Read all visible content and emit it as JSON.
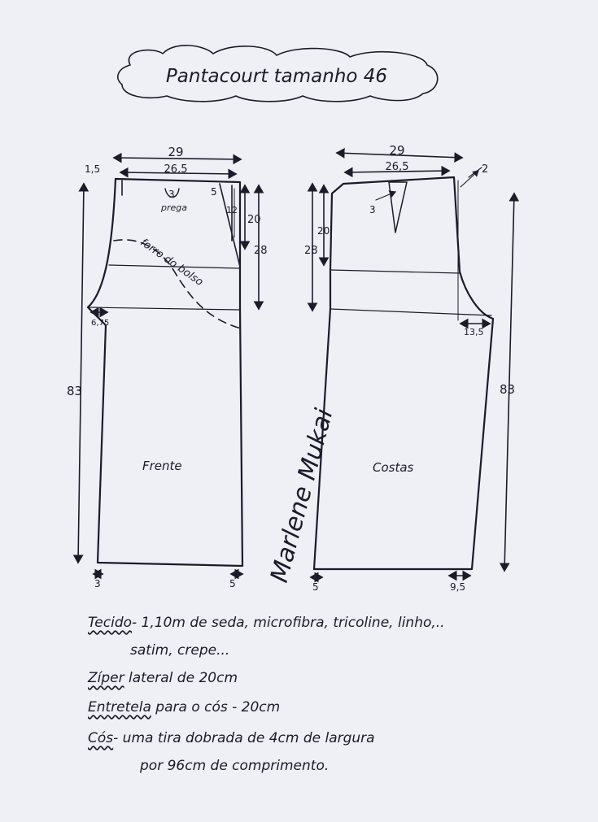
{
  "title": "Pantacourt tamanho 46",
  "signature": "Marlene Mukai",
  "front": {
    "name": "Frente",
    "top_width": "29",
    "top_inner_width": "26,5",
    "offset_left": "1,5",
    "pleat": "3",
    "pleat_label": "prega",
    "dart_width": "5",
    "dart_length": "12",
    "height_20": "20",
    "height_28": "28",
    "crotch_ext": "6,75",
    "lining_label": "forro do bolso",
    "length": "83",
    "hem_left": "3",
    "hem_right": "5"
  },
  "back": {
    "name": "Costas",
    "top_width": "29",
    "top_inner_width": "26,5",
    "offset_right": "2",
    "dart_width": "3",
    "height_20": "20",
    "height_28": "28",
    "crotch_ext": "13,5",
    "length": "83",
    "hem_left": "5",
    "hem_right": "9,5"
  },
  "notes": [
    {
      "label": "Tecido",
      "text": "- 1,10m de seda, microfibra, tricoline, linho,.. "
    },
    {
      "label": "",
      "text": "satim, crepe..."
    },
    {
      "label": "Zíper",
      "text": " lateral de 20cm"
    },
    {
      "label": "Entretela",
      "text": " para o cós - 20cm"
    },
    {
      "label": "Cós",
      "text": "- uma tira dobrada de 4cm de largura"
    },
    {
      "label": "",
      "text": "por 96cm de comprimento."
    }
  ]
}
